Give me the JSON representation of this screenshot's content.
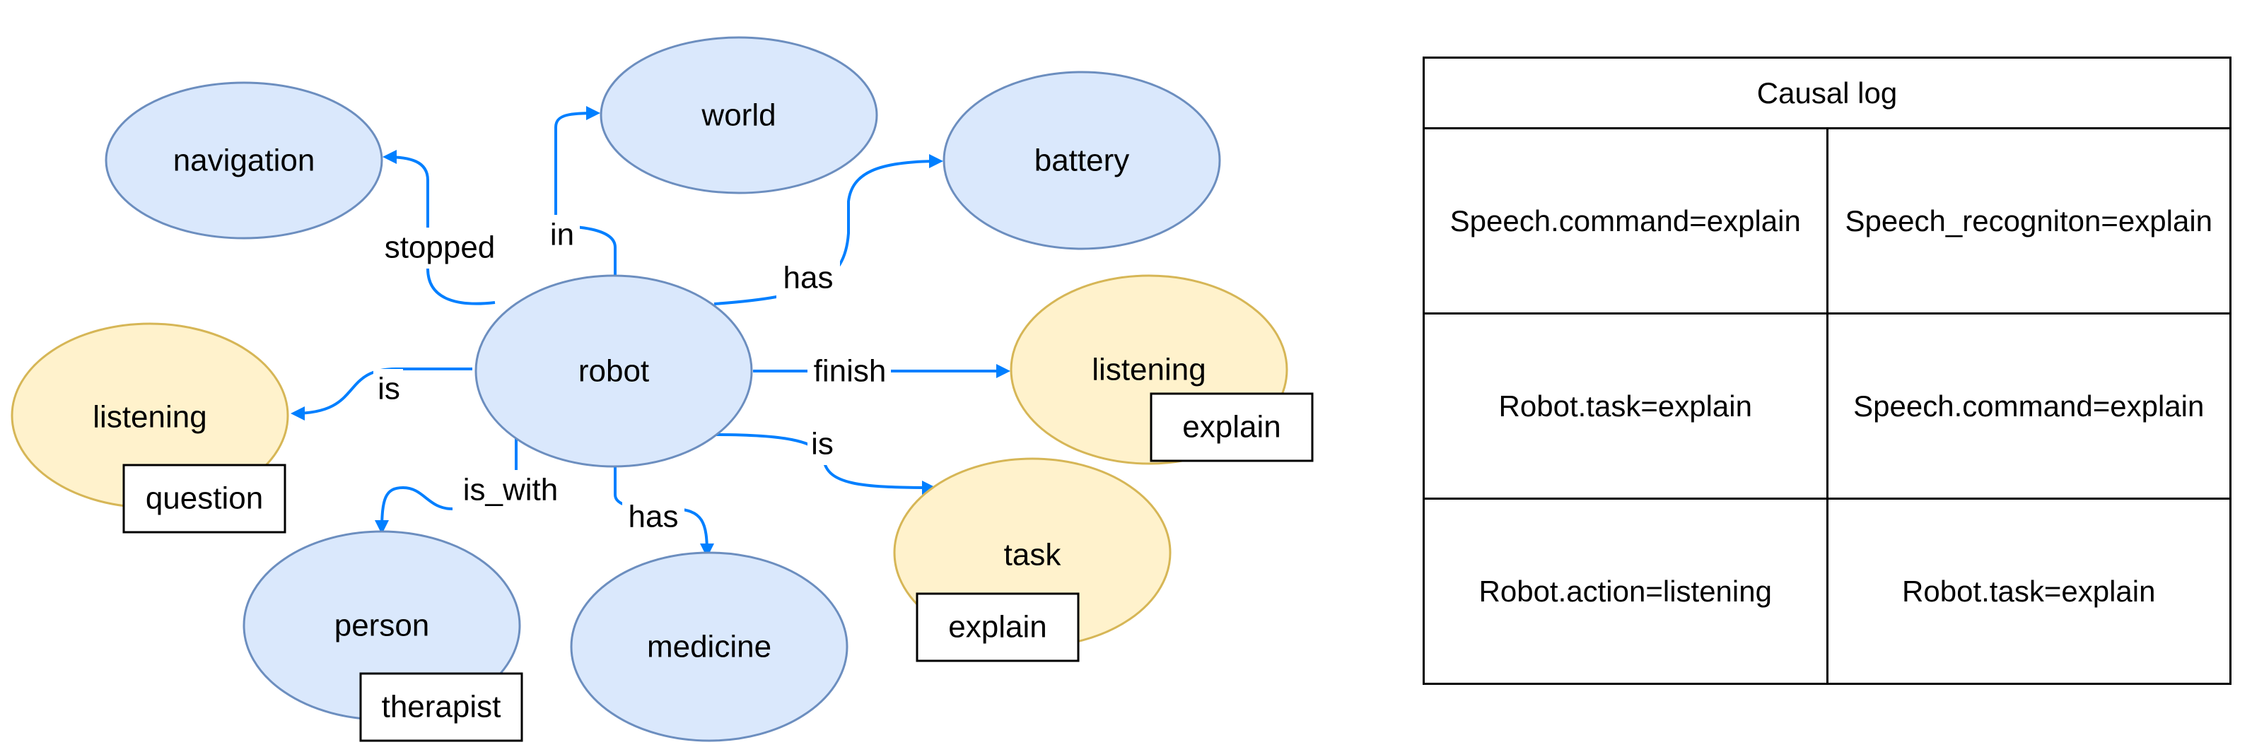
{
  "diagram": {
    "nodes": {
      "robot": "robot",
      "navigation": "navigation",
      "world": "world",
      "battery": "battery",
      "listening_question": "listening",
      "listening_explain": "listening",
      "task": "task",
      "person": "person",
      "medicine": "medicine"
    },
    "tags": {
      "question": "question",
      "explain_listening": "explain",
      "explain_task": "explain",
      "therapist": "therapist"
    },
    "edges": {
      "stopped": "stopped",
      "in": "in",
      "has_battery": "has",
      "is_listening": "is",
      "finish": "finish",
      "is_task": "is",
      "is_with": "is_with",
      "has_medicine": "has"
    },
    "colors": {
      "entity_fill": "#dae8fc",
      "entity_stroke": "#6c8ebf",
      "state_fill": "#fff2cc",
      "state_stroke": "#d6b656",
      "edge": "#007fff"
    }
  },
  "causal_log": {
    "title": "Causal log",
    "rows": [
      [
        "Speech.command=explain",
        "Speech_recogniton=explain"
      ],
      [
        "Robot.task=explain",
        "Speech.command=explain"
      ],
      [
        "Robot.action=listening",
        "Robot.task=explain"
      ]
    ]
  }
}
